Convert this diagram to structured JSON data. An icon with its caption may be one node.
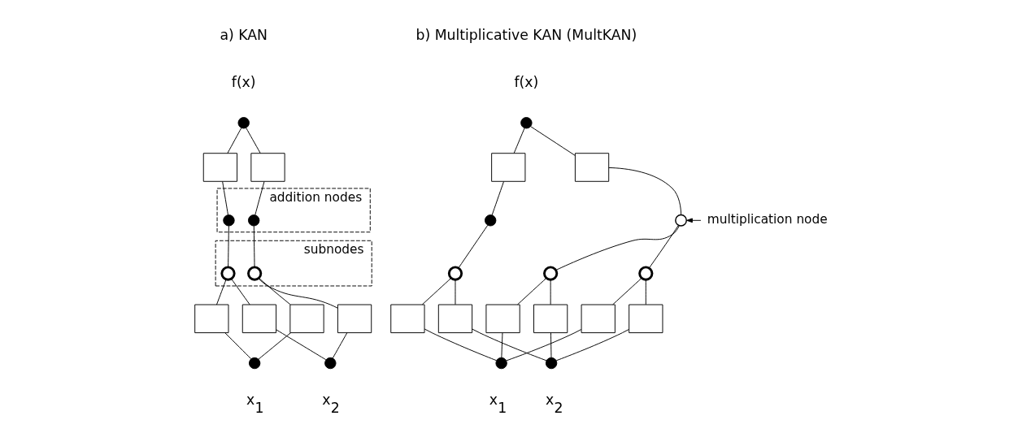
{
  "diagram": {
    "nodes": [
      {
        "text": [],
        "shape": "circle",
        "beside": [
          "f(x)"
        ]
      },
      {
        "text": [],
        "shape": "box"
      },
      {
        "text": [],
        "shape": "box"
      },
      {
        "text": [
          "addition nodes"
        ]
      },
      {
        "text": [],
        "shape": "circle",
        "in": 3
      },
      {
        "text": [],
        "shape": "circle",
        "in": 3
      },
      {
        "text": [
          "subnodes"
        ]
      },
      {
        "text": [],
        "shape": "circle",
        "in": 6
      },
      {
        "text": [],
        "shape": "circle",
        "in": 6
      },
      {
        "text": [],
        "shape": "box"
      },
      {
        "text": [],
        "shape": "box"
      },
      {
        "text": [],
        "shape": "box"
      },
      {
        "text": [],
        "shape": "box"
      },
      {
        "text": [],
        "shape": "circle",
        "beside": [
          "x$_{1}$"
        ]
      },
      {
        "text": [],
        "shape": "circle",
        "beside": [
          "x$_{2}$"
        ]
      },
      {
        "text": [],
        "shape": "circle",
        "beside": [
          "f(x)"
        ]
      },
      {
        "text": [],
        "shape": "box"
      },
      {
        "text": [],
        "shape": "box"
      },
      {
        "text": [],
        "shape": "circle"
      },
      {
        "text": [],
        "shape": "circle"
      },
      {
        "text": [
          "multiplication node"
        ]
      },
      {
        "text": [],
        "shape": "circle"
      },
      {
        "text": [],
        "shape": "circle"
      },
      {
        "text": [],
        "shape": "circle"
      },
      {
        "text": [],
        "shape": "box"
      },
      {
        "text": [],
        "shape": "box"
      },
      {
        "text": [],
        "shape": "box"
      },
      {
        "text": [],
        "shape": "box"
      },
      {
        "text": [],
        "shape": "box"
      },
      {
        "text": [],
        "shape": "box"
      },
      {
        "text": [],
        "shape": "circle",
        "beside": [
          "x$_{1}$"
        ]
      },
      {
        "text": [],
        "shape": "circle",
        "beside": [
          "x$_{2}$"
        ]
      }
    ],
    "edges": [
      {
        "from": 0,
        "to": 1,
        "arrow": "none"
      },
      {
        "from": 0,
        "to": 2,
        "arrow": "none"
      },
      {
        "from": 1,
        "to": 4,
        "arrow": "none"
      },
      {
        "from": 2,
        "to": 5,
        "arrow": "none"
      },
      {
        "from": 4,
        "to": 7,
        "arrow": "none"
      },
      {
        "from": 5,
        "to": 8,
        "arrow": "none"
      },
      {
        "from": 7,
        "to": 9,
        "arrow": "none"
      },
      {
        "from": 7,
        "to": 11,
        "arrow": "none"
      },
      {
        "from": 8,
        "to": 10,
        "arrow": "none"
      },
      {
        "from": 8,
        "to": 12,
        "arrow": "none"
      },
      {
        "from": 9,
        "to": 13,
        "arrow": "none"
      },
      {
        "from": 10,
        "to": 13,
        "arrow": "none"
      },
      {
        "from": 11,
        "to": 14,
        "arrow": "none"
      },
      {
        "from": 12,
        "to": 14,
        "arrow": "none"
      },
      {
        "from": 15,
        "to": 16,
        "arrow": "none"
      },
      {
        "from": 15,
        "to": 17,
        "arrow": "none"
      },
      {
        "from": 16,
        "to": 18,
        "arrow": "none"
      },
      {
        "from": 17,
        "to": 19,
        "arrow": "none"
      },
      {
        "from": 20,
        "to": 19,
        "arrow": "to"
      },
      {
        "from": 18,
        "to": 21,
        "arrow": "none"
      },
      {
        "from": 19,
        "to": 22,
        "arrow": "none"
      },
      {
        "from": 19,
        "to": 23,
        "arrow": "none"
      },
      {
        "from": 21,
        "to": 24,
        "arrow": "none"
      },
      {
        "from": 21,
        "to": 27,
        "arrow": "none"
      },
      {
        "from": 22,
        "to": 25,
        "arrow": "none"
      },
      {
        "from": 22,
        "to": 28,
        "arrow": "none"
      },
      {
        "from": 23,
        "to": 26,
        "arrow": "none"
      },
      {
        "from": 23,
        "to": 29,
        "arrow": "none"
      },
      {
        "from": 24,
        "to": 30,
        "arrow": "none"
      },
      {
        "from": 25,
        "to": 30,
        "arrow": "none"
      },
      {
        "from": 26,
        "to": 30,
        "arrow": "none"
      },
      {
        "from": 27,
        "to": 31,
        "arrow": "none"
      },
      {
        "from": 28,
        "to": 31,
        "arrow": "none"
      },
      {
        "from": 29,
        "to": 31,
        "arrow": "none"
      }
    ],
    "labels": [
      "a) KAN",
      "b) Multiplicative KAN (MultKAN)"
    ]
  }
}
